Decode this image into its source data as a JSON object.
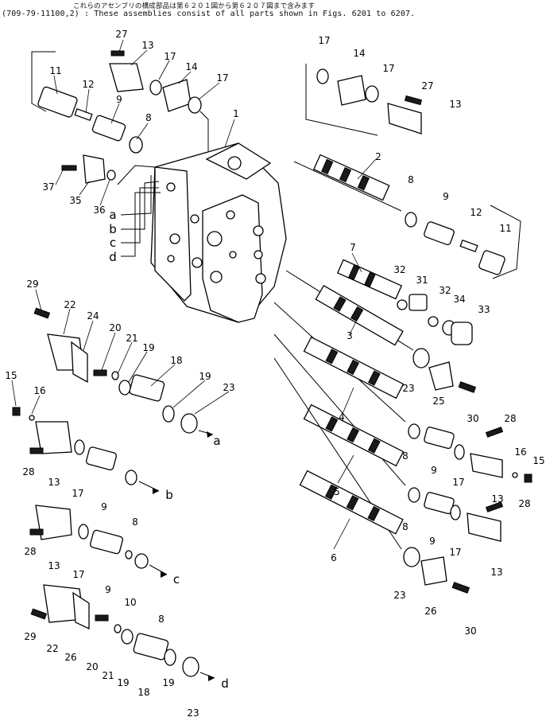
{
  "header": {
    "japanese_note": "これらのアセンブリの構成部品は第６２０１図から第６２０７図まで含みます",
    "english_note": "(709-79-11100,2) : These assemblies consist of all parts shown in Figs. 6201 to 6207."
  },
  "connectors": [
    "a",
    "b",
    "c",
    "d"
  ],
  "callouts": {
    "main_body": "1",
    "spool_2": "2",
    "spool_3": "3",
    "spool_4": "4",
    "spool_5": "5",
    "spool_6": "6",
    "spool_7": "7",
    "seat_8": "8",
    "spring_9": "9",
    "ring_10": "10",
    "plug_11": "11",
    "spring_12": "12",
    "cover_13": "13",
    "cover_14": "14",
    "screw_15": "15",
    "washer_16": "16",
    "oring_17": "17",
    "spring_18": "18",
    "retainer_19": "19",
    "bolt_20": "20",
    "washer_21": "21",
    "cover_22": "22",
    "nut_23": "23",
    "gasket_24": "24",
    "cover_25": "25",
    "cover_26": "26",
    "bolt_27": "27",
    "bolt_28": "28",
    "bolt_29": "29",
    "bolt_30": "30",
    "spring_31": "31",
    "washer_32": "32",
    "plug_33": "33",
    "oring_34": "34",
    "cover_35": "35",
    "oring_36": "36",
    "bolt_37": "37"
  }
}
